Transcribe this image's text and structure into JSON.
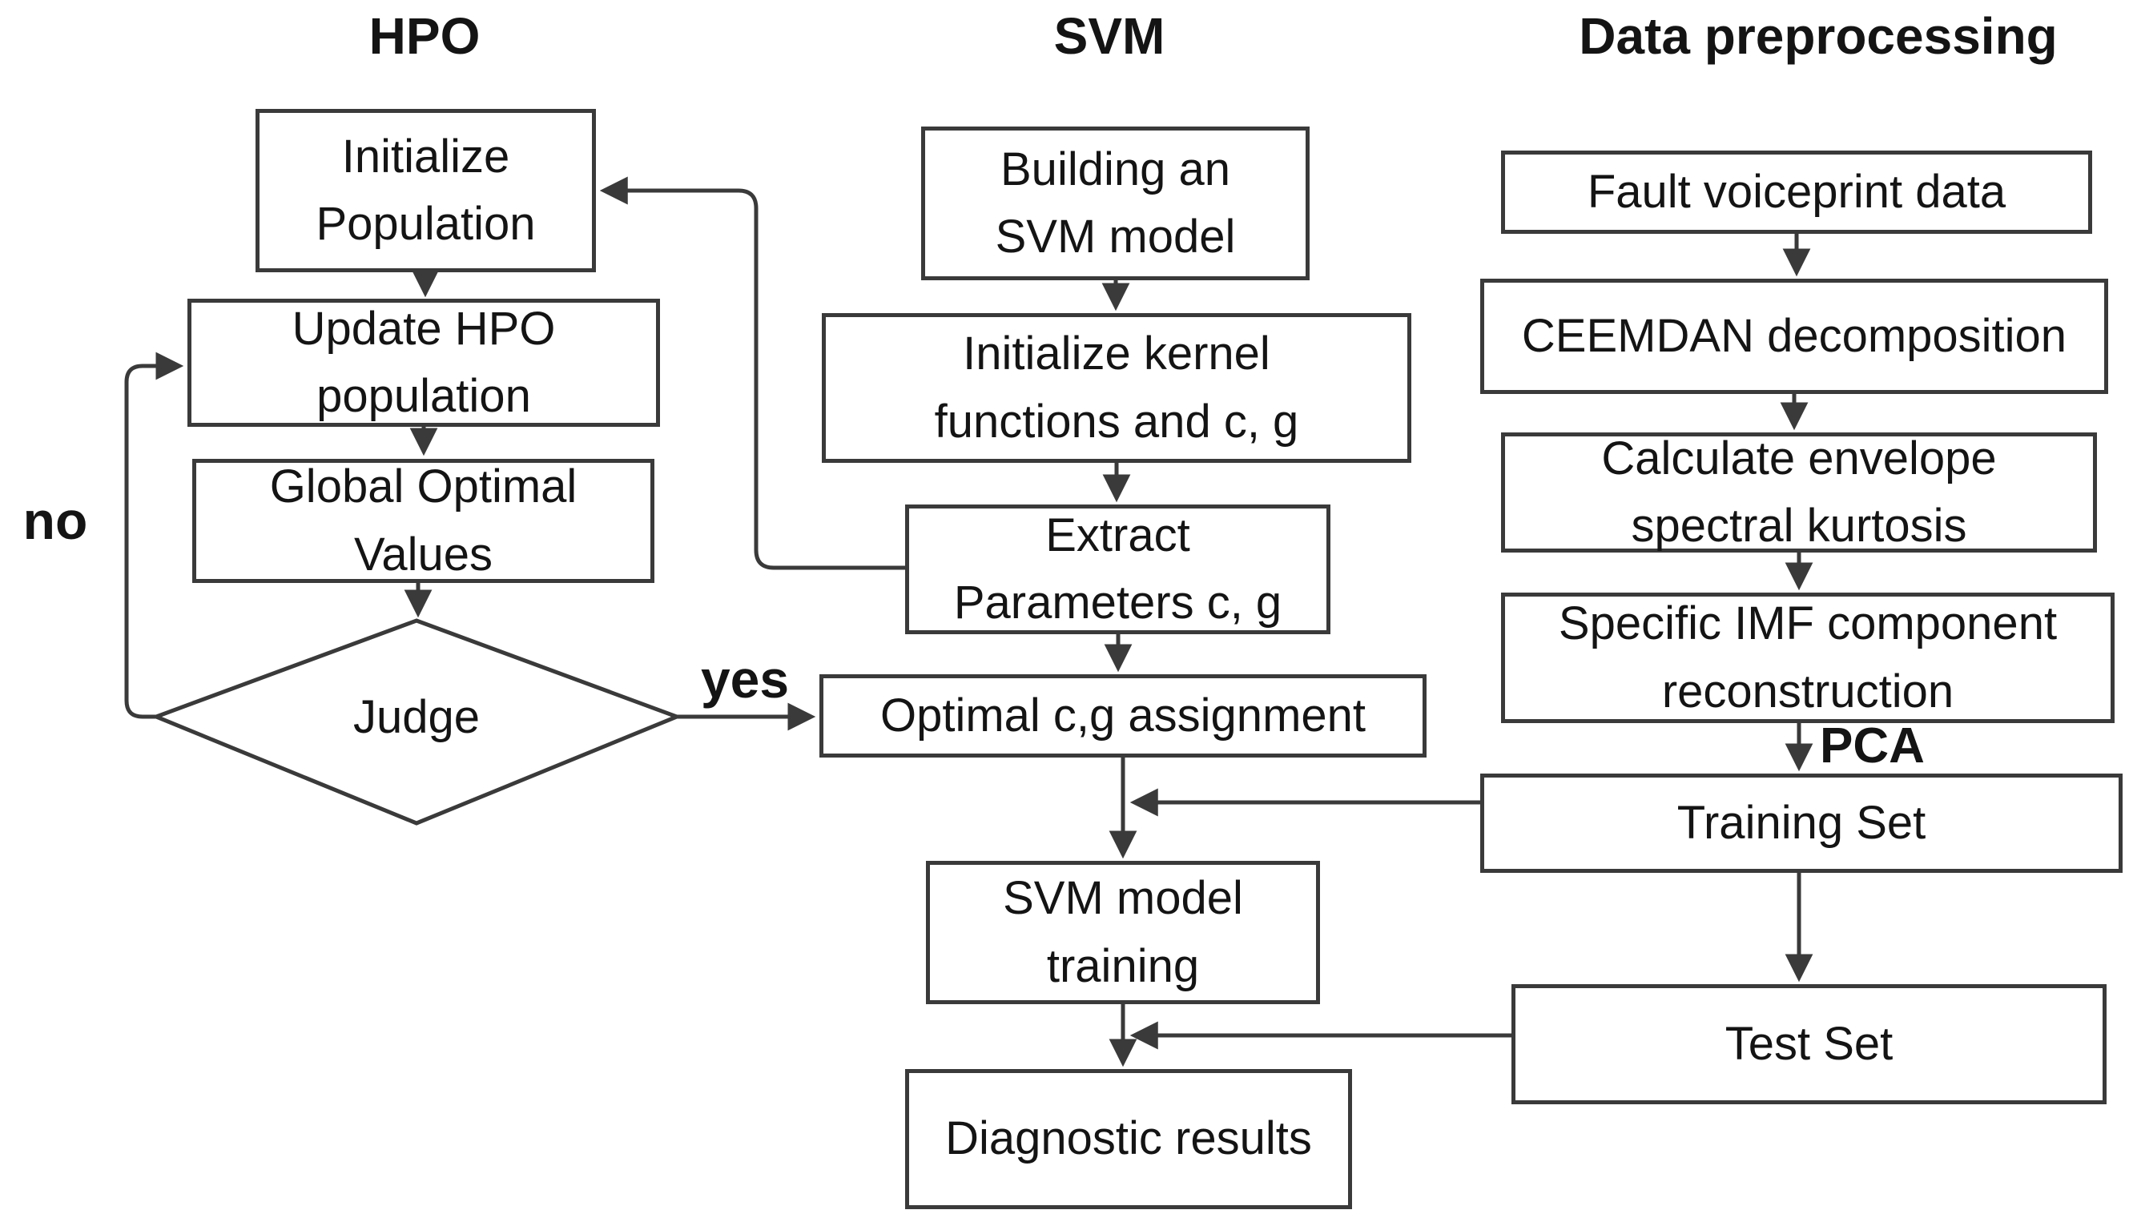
{
  "headers": {
    "hpo": "HPO",
    "svm": "SVM",
    "preprocessing": "Data preprocessing"
  },
  "nodes": {
    "initialize_population": "Initialize\nPopulation",
    "update_hpo_population": "Update HPO\npopulation",
    "global_optimal_values": "Global Optimal\nValues",
    "judge": "Judge",
    "building_svm_model": "Building an\nSVM model",
    "initialize_kernel": "Initialize kernel\nfunctions and c, g",
    "extract_parameters": "Extract\nParameters c, g",
    "optimal_cg_assignment": "Optimal c,g assignment",
    "svm_model_training": "SVM model\ntraining",
    "diagnostic_results": "Diagnostic results",
    "fault_voiceprint_data": "Fault voiceprint data",
    "ceemdan_decomposition": "CEEMDAN decomposition",
    "calculate_envelope": "Calculate envelope\nspectral kurtosis",
    "specific_imf": "Specific IMF component\nreconstruction",
    "training_set": "Training Set",
    "test_set": "Test Set"
  },
  "edge_labels": {
    "yes": "yes",
    "no": "no",
    "pca": "PCA"
  },
  "colors": {
    "line": "#3a3a3a",
    "text": "#141414",
    "background": "#ffffff"
  }
}
